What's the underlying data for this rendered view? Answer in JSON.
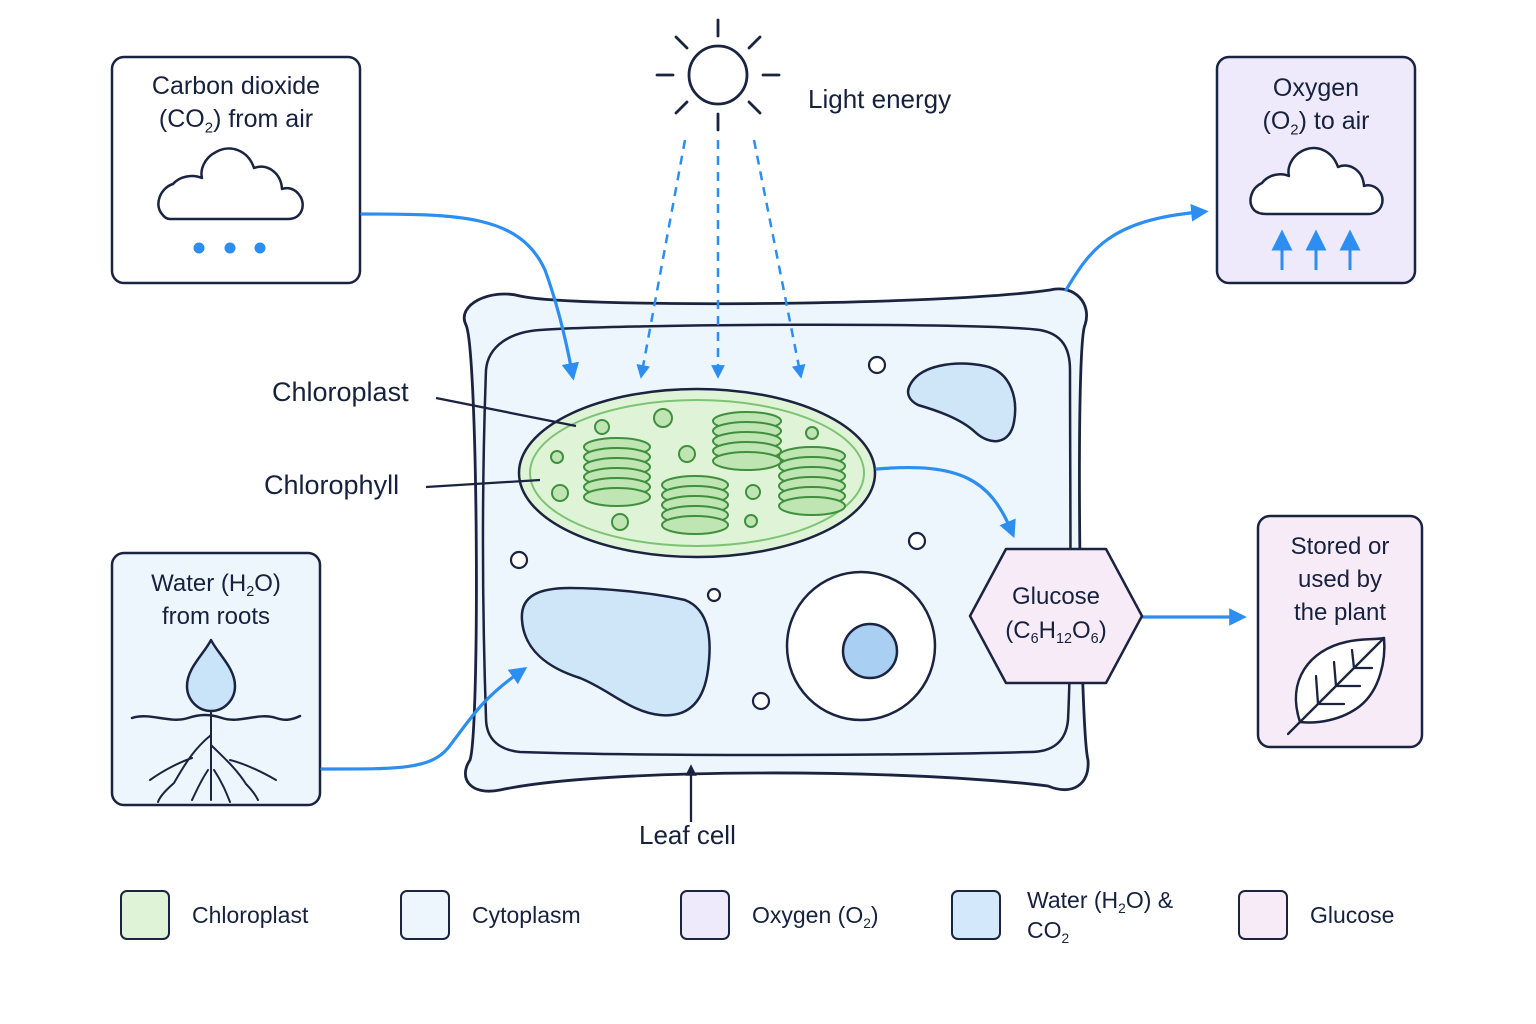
{
  "colors": {
    "outline": "#1a2340",
    "arrow": "#2b8ef0",
    "chloroplast": "#dff4d6",
    "cytoplasm": "#edf5fd",
    "oxygen": "#efeafb",
    "water_co2": "#d3e8fa",
    "glucose": "#f8ebf8"
  },
  "inputs": {
    "co2": {
      "line1": "Carbon dioxide",
      "line2_pre": "(CO",
      "line2_sub": "2",
      "line2_post": ") from air",
      "icon": "cloud-icon"
    },
    "water": {
      "line1_pre": "Water (H",
      "line1_sub": "2",
      "line1_post": "O)",
      "line2": "from roots",
      "icon": "water-drop-roots-icon"
    }
  },
  "light": {
    "label": "Light energy",
    "icon": "sun-icon"
  },
  "outputs": {
    "oxygen": {
      "line1": "Oxygen",
      "line2_pre": "(O",
      "line2_sub": "2",
      "line2_post": ") to air",
      "icon": "cloud-up-arrows-icon"
    },
    "glucose": {
      "line1": "Glucose",
      "f_c": "(C",
      "f_c_sub": "6",
      "f_h": "H",
      "f_h_sub": "12",
      "f_o": "O",
      "f_o_sub": "6",
      "f_end": ")"
    },
    "stored": {
      "line1": "Stored or",
      "line2": "used by",
      "line3": "the plant",
      "icon": "leaf-icon"
    }
  },
  "cell_labels": {
    "chloroplast": "Chloroplast",
    "chlorophyll": "Chlorophyll",
    "leaf_cell": "Leaf cell"
  },
  "legend": {
    "chloroplast": "Chloroplast",
    "cytoplasm": "Cytoplasm",
    "oxygen_pre": "Oxygen (O",
    "oxygen_sub": "2",
    "oxygen_post": ")",
    "water_pre": "Water (H",
    "water_sub": "2",
    "water_mid": "O) &",
    "water_line2_pre": "CO",
    "water_line2_sub": "2",
    "glucose": "Glucose"
  }
}
